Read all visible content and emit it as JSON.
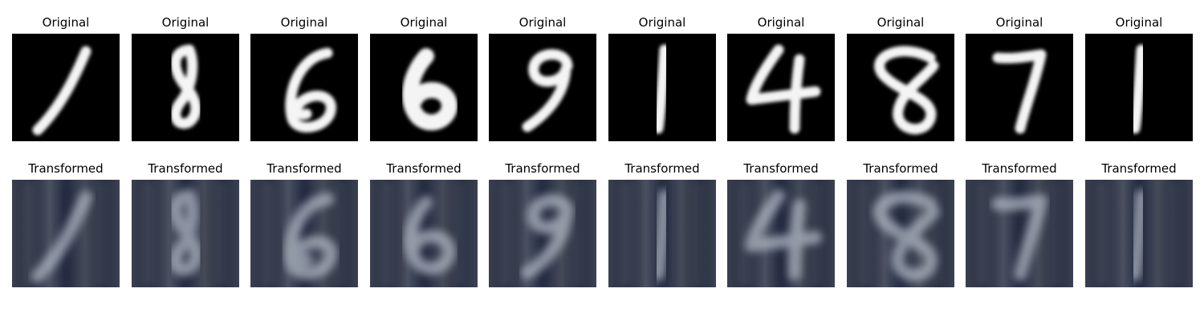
{
  "rows": [
    {
      "title": "Original",
      "style": "mnist",
      "background": "#000000",
      "digits": [
        "1",
        "8",
        "6",
        "6",
        "9",
        "1",
        "4",
        "8",
        "7",
        "1"
      ]
    },
    {
      "title": "Transformed",
      "style": "svhn-like",
      "background": "#2a3045",
      "digits": [
        "1",
        "8",
        "6",
        "6",
        "9",
        "1",
        "4",
        "8",
        "7",
        "1"
      ]
    }
  ]
}
